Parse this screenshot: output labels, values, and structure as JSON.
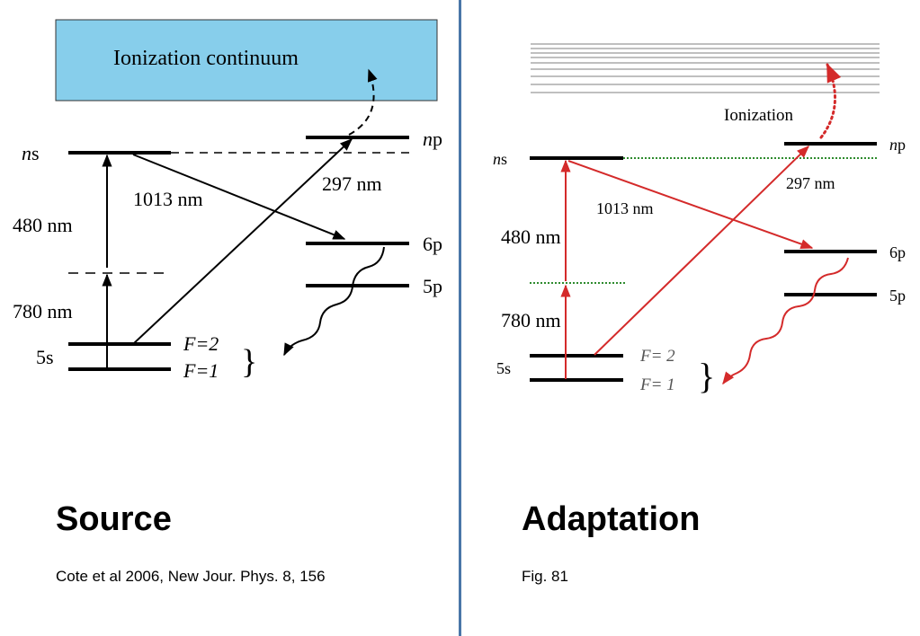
{
  "source_panel": {
    "continuum_label": "Ionization continuum",
    "level_ns": "ns",
    "level_np": "np",
    "level_6p": "6p",
    "level_5p": "5p",
    "level_5s": "5s",
    "f2": "F=2",
    "f1": "F=1",
    "wl_480": "480 nm",
    "wl_780": "780 nm",
    "wl_1013": "1013 nm",
    "wl_297": "297 nm"
  },
  "adaptation_panel": {
    "ionization_label": "Ionization",
    "level_ns": "ns",
    "level_np": "np",
    "level_6p": "6p",
    "level_5p": "5p",
    "level_5s": "5s",
    "f2": "F= 2",
    "f1": "F= 1",
    "wl_480": "480 nm",
    "wl_780": "780 nm",
    "wl_1013": "1013 nm",
    "wl_297": "297 nm"
  },
  "captions": {
    "left_title": "Source",
    "left_citation": "Cote et al 2006, New Jour. Phys. 8, 156",
    "right_title": "Adaptation",
    "right_figure": "Fig. 81"
  },
  "colors": {
    "divider": "#4a76a8",
    "continuum_fill": "#87ceeb",
    "arrow_red": "#d42a2a",
    "dotted_green": "#2e8b2e"
  }
}
